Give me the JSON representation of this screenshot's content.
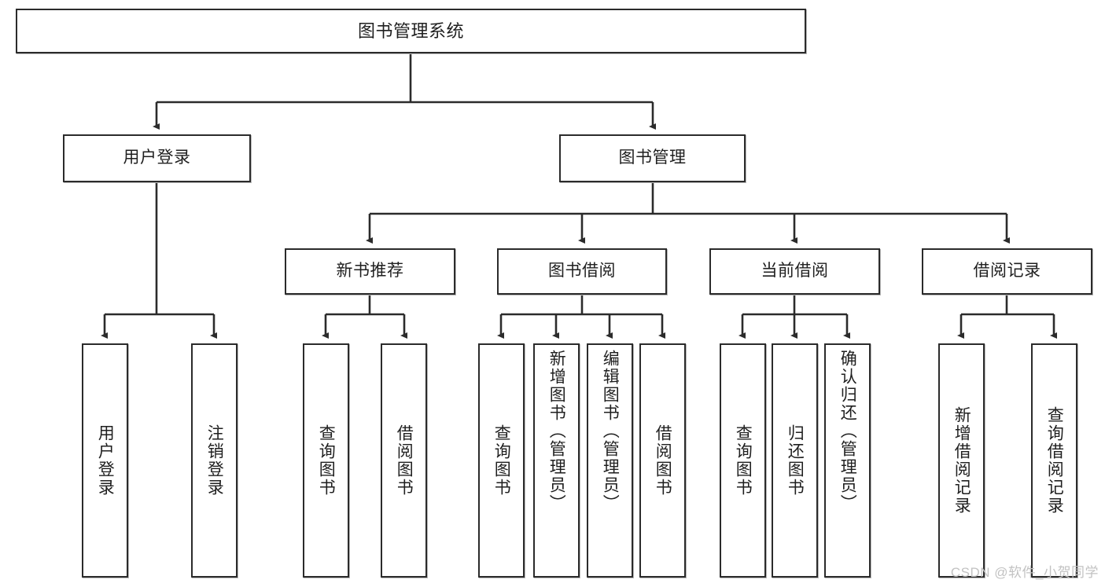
{
  "diagram": {
    "type": "tree",
    "title": "图书管理系统",
    "watermark": "CSDN @软件_小贺同学",
    "colors": {
      "box_border": "#2b2b2b",
      "box_fill": "#ffffff",
      "connector": "#2b2b2b",
      "text": "#1f1f1f",
      "watermark": "#c2c2c2",
      "background": "#ffffff"
    },
    "nodes": {
      "root": {
        "label": "图书管理系统"
      },
      "level2": [
        {
          "id": "user-login",
          "label": "用户登录"
        },
        {
          "id": "book-management",
          "label": "图书管理"
        }
      ],
      "level3": [
        {
          "id": "new-book-recommend",
          "label": "新书推荐"
        },
        {
          "id": "book-borrow",
          "label": "图书借阅"
        },
        {
          "id": "current-borrow",
          "label": "当前借阅"
        },
        {
          "id": "borrow-record",
          "label": "借阅记录"
        }
      ],
      "leaves": {
        "user-login": [
          {
            "id": "leaf-user-login",
            "label": "用户登录"
          },
          {
            "id": "leaf-user-logout",
            "label": "注销登录"
          }
        ],
        "new-book-recommend": [
          {
            "id": "leaf-query-book-1",
            "label": "查询图书"
          },
          {
            "id": "leaf-borrow-book-1",
            "label": "借阅图书"
          }
        ],
        "book-borrow": [
          {
            "id": "leaf-query-book-2",
            "label": "查询图书"
          },
          {
            "id": "leaf-add-book",
            "label": "新增图书（管理员）"
          },
          {
            "id": "leaf-edit-book",
            "label": "编辑图书（管理员）"
          },
          {
            "id": "leaf-borrow-book-2",
            "label": "借阅图书"
          }
        ],
        "current-borrow": [
          {
            "id": "leaf-query-book-3",
            "label": "查询图书"
          },
          {
            "id": "leaf-return-book",
            "label": "归还图书"
          },
          {
            "id": "leaf-confirm-return",
            "label": "确认归还（管理员）"
          }
        ],
        "borrow-record": [
          {
            "id": "leaf-add-record",
            "label": "新增借阅记录"
          },
          {
            "id": "leaf-query-record",
            "label": "查询借阅记录"
          }
        ]
      }
    }
  }
}
